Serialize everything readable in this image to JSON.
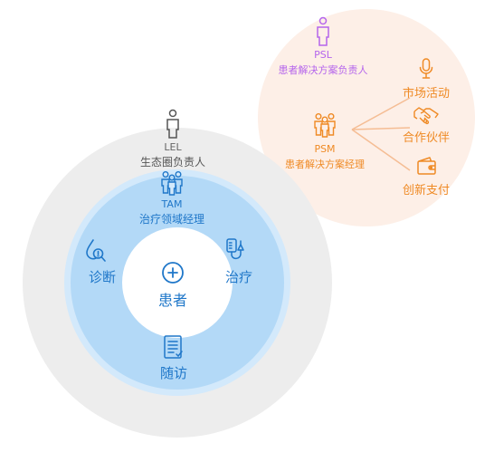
{
  "colors": {
    "outer_ring": "#ededed",
    "middle_ring": "#d3e9fb",
    "inner_ring": "#b3d9f7",
    "core": "#ffffff",
    "blue": "#1f77c9",
    "gray": "#555555",
    "orange": "#ef8a25",
    "purple": "#b565ec",
    "peach": "#fdefe7"
  },
  "lel": {
    "icon": "person-icon",
    "code": "LEL",
    "title": "生态圈负责人"
  },
  "tam": {
    "icon": "team-icon",
    "code": "TAM",
    "title": "治疗领域经理"
  },
  "center": {
    "icon": "medical-cross-icon",
    "label": "患者"
  },
  "stages": {
    "diagnosis": {
      "icon": "drop-magnifier-icon",
      "label": "诊断"
    },
    "treatment": {
      "icon": "iv-drip-icon",
      "label": "治疗"
    },
    "followup": {
      "icon": "clipboard-icon",
      "label": "随访"
    }
  },
  "psl": {
    "icon": "person-icon",
    "code": "PSL",
    "title": "患者解决方案负责人"
  },
  "psm": {
    "icon": "team-icon",
    "code": "PSM",
    "title": "患者解决方案经理"
  },
  "branches": [
    {
      "icon": "microphone-icon",
      "label": "市场活动"
    },
    {
      "icon": "handshake-icon",
      "label": "合作伙伴"
    },
    {
      "icon": "wallet-icon",
      "label": "创新支付"
    }
  ]
}
